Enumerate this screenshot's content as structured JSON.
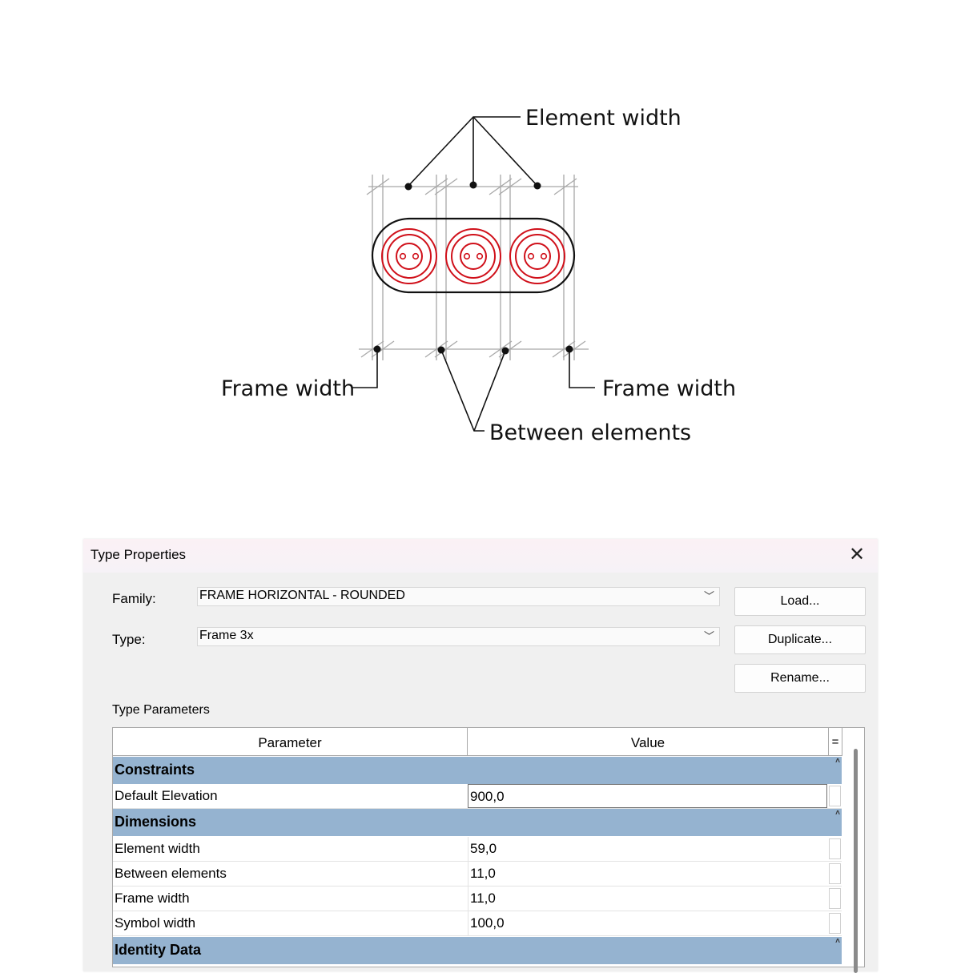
{
  "diagram": {
    "labels": {
      "element_width": "Element width",
      "frame_width_left": "Frame width",
      "frame_width_right": "Frame width",
      "between_elements": "Between elements"
    },
    "colors": {
      "frame": "#111111",
      "outlet": "#d0101a",
      "dimension": "#a0a0a0"
    }
  },
  "dialog": {
    "title": "Type Properties",
    "close_icon": "close-icon",
    "family_label": "Family:",
    "family_value": "FRAME HORIZONTAL - ROUNDED",
    "type_label": "Type:",
    "type_value": "Frame 3x",
    "buttons": {
      "load": "Load...",
      "duplicate": "Duplicate...",
      "rename": "Rename..."
    },
    "type_parameters_label": "Type Parameters",
    "table": {
      "headers": {
        "parameter": "Parameter",
        "value": "Value",
        "assoc": "="
      },
      "groups": [
        {
          "name": "Constraints",
          "rows": [
            {
              "parameter": "Default Elevation",
              "value": "900,0"
            }
          ]
        },
        {
          "name": "Dimensions",
          "rows": [
            {
              "parameter": "Element width",
              "value": "59,0"
            },
            {
              "parameter": "Between elements",
              "value": "11,0"
            },
            {
              "parameter": "Frame width",
              "value": "11,0"
            },
            {
              "parameter": "Symbol width",
              "value": "100,0"
            }
          ]
        },
        {
          "name": "Identity Data",
          "rows": []
        }
      ]
    },
    "colors": {
      "group_band": "#95b3d0",
      "window_bg": "#f0f0f0"
    }
  }
}
